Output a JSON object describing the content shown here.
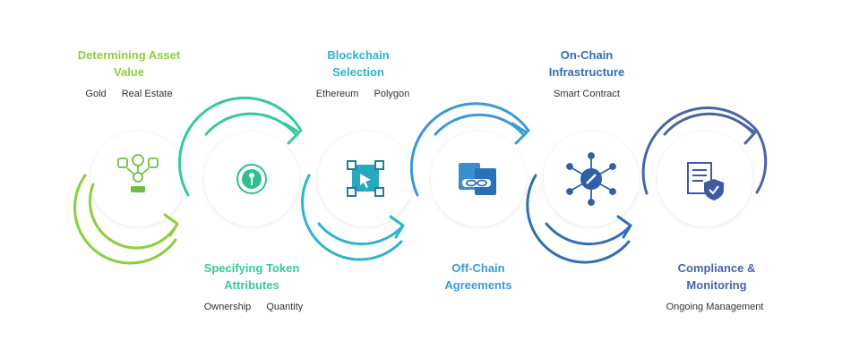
{
  "colors": {
    "step1": "#8ccf3c",
    "step2": "#37c99a",
    "step3": "#2fb3cc",
    "step4": "#3a9ad6",
    "step5": "#2f6fb5",
    "step6": "#4a64a8"
  },
  "steps": [
    {
      "title_line1": "Determining Asset",
      "title_line2": "Value",
      "items": [
        "Gold",
        "Real Estate"
      ],
      "icon": "asset-value-icon"
    },
    {
      "title_line1": "Specifying Token",
      "title_line2": "Attributes",
      "items": [
        "Ownership",
        "Quantity"
      ],
      "icon": "token-coin-icon"
    },
    {
      "title_line1": "Blockchain",
      "title_line2": "Selection",
      "items": [
        "Ethereum",
        "Polygon"
      ],
      "icon": "blockchain-select-icon"
    },
    {
      "title_line1": "Off-Chain",
      "title_line2": "Agreements",
      "items": [],
      "icon": "chain-documents-icon"
    },
    {
      "title_line1": "On-Chain",
      "title_line2": "Infrastructure",
      "items": [
        "Smart Contract"
      ],
      "icon": "network-chain-icon"
    },
    {
      "title_line1": "Compliance &",
      "title_line2": "Monitoring",
      "items": [
        "Ongoing Management"
      ],
      "icon": "compliance-shield-icon"
    }
  ]
}
